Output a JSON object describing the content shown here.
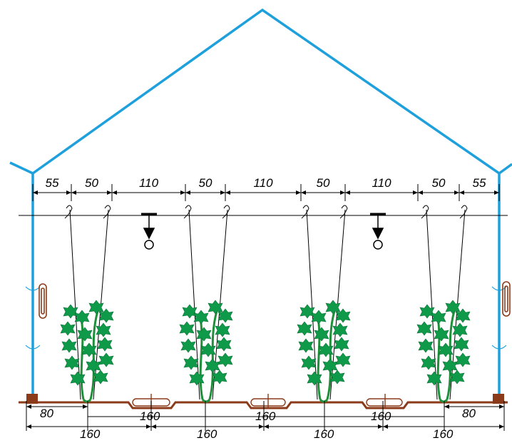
{
  "colors": {
    "greenhouse_frame": "#1ea0dc",
    "ground": "#8b3a1a",
    "plant": "#0f9a4a",
    "lines": "#000000"
  },
  "dimensions": {
    "top_spacings": [
      "55",
      "50",
      "110",
      "50",
      "110",
      "50",
      "110",
      "50",
      "55"
    ],
    "bottom_edge_offsets": [
      "80",
      "80"
    ],
    "bed_spacings": [
      "160",
      "160",
      "160"
    ],
    "bottom_row": [
      "160",
      "160",
      "160",
      "160"
    ]
  },
  "icons": {
    "drip": "drip-emitter-icon",
    "vent": "window-vent-icon",
    "heater": "heating-pipe-icon"
  }
}
